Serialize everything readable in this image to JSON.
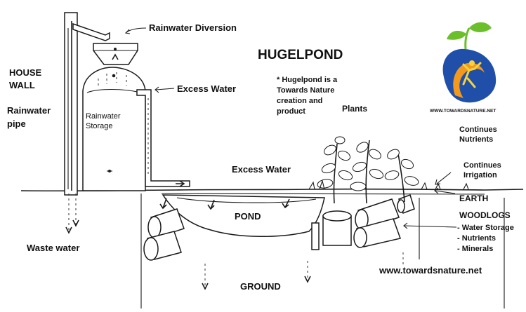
{
  "title": "HUGELPOND",
  "note": [
    "* Hugelpond is a",
    "Towards Nature",
    "creation and",
    "product"
  ],
  "labels": {
    "rainwater_diversion": "Rainwater Diversion",
    "house": "HOUSE",
    "wall": "WALL",
    "rainwater": "Rainwater",
    "pipe": "pipe",
    "storage_1": "Rainwater",
    "storage_2": "Storage",
    "excess_water_top": "Excess Water",
    "excess_water_mid": "Excess Water",
    "plants": "Plants",
    "continues_nutrients_1": "Continues",
    "continues_nutrients_2": "Nutrients",
    "continues_irrigation_1": "Continues",
    "continues_irrigation_2": "Irrigation",
    "earth": "EARTH",
    "woodlogs": "WOODLOGS",
    "woodlogs_items": [
      "- Water Storage",
      "- Nutrients",
      "- Minerals"
    ],
    "pond": "POND",
    "waste_water": "Waste water",
    "ground": "GROUND",
    "website": "www.towardsnature.net"
  },
  "logo": {
    "caption": "WWW.TOWARDSNATURE.NET",
    "colors": {
      "blue": "#1f4fa8",
      "green": "#6bbf2a",
      "orange": "#f39a1e",
      "yellow": "#f6d23b"
    }
  }
}
